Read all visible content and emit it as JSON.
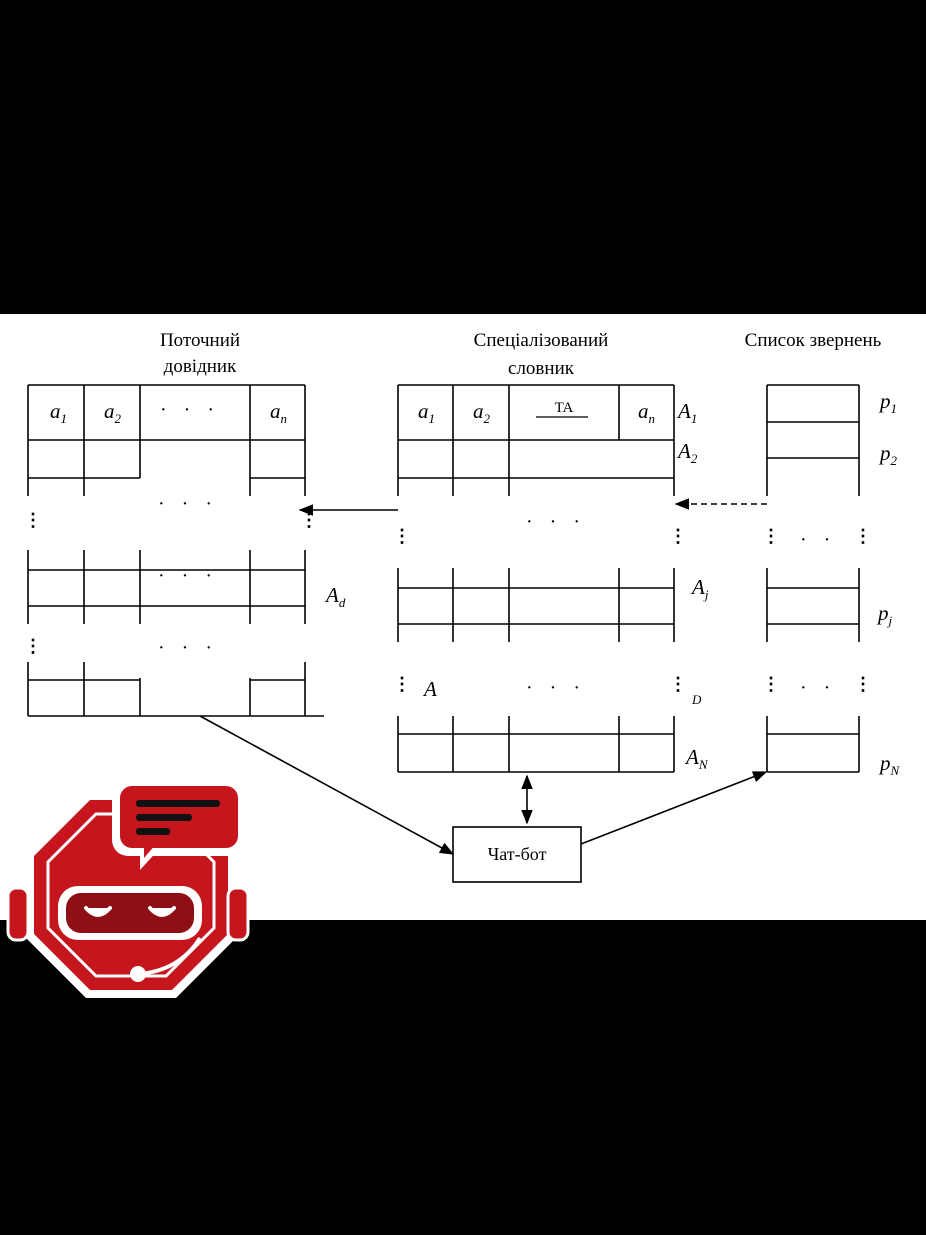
{
  "headers": {
    "current_ref_1": "Поточний",
    "current_ref_2": "довідник",
    "special_dict_1": "Спеціалізований",
    "special_dict_2": "словник",
    "requests": "Список звернень"
  },
  "current_table": {
    "cols": [
      {
        "base": "a",
        "sub": "1"
      },
      {
        "base": "a",
        "sub": "2"
      },
      {
        "base": "· · ·",
        "sub": ""
      },
      {
        "base": "a",
        "sub": "n"
      }
    ],
    "row_label": {
      "base": "A",
      "sub": "d"
    },
    "dots": "· · ·",
    "vdots": "⋮"
  },
  "special_table": {
    "cols": [
      {
        "base": "a",
        "sub": "1"
      },
      {
        "base": "a",
        "sub": "2"
      },
      {
        "base": "TA",
        "sub": ""
      },
      {
        "base": "a",
        "sub": "n"
      }
    ],
    "rows": [
      {
        "base": "A",
        "sub": "1"
      },
      {
        "base": "A",
        "sub": "2"
      },
      {
        "base": "A",
        "sub": "j"
      },
      {
        "base": "A",
        "sub": "D"
      },
      {
        "base": "A",
        "sub": "N"
      }
    ],
    "dots": "· · ·"
  },
  "requests_list": {
    "items": [
      {
        "base": "p",
        "sub": "1"
      },
      {
        "base": "p",
        "sub": "2"
      },
      {
        "base": "p",
        "sub": "j"
      },
      {
        "base": "p",
        "sub": "N"
      }
    ],
    "dots": "· ·"
  },
  "chatbot": {
    "label": "Чат-бот"
  },
  "colors": {
    "robot_red": "#c4161c",
    "robot_dark": "#8e0f14",
    "line": "#000000"
  }
}
